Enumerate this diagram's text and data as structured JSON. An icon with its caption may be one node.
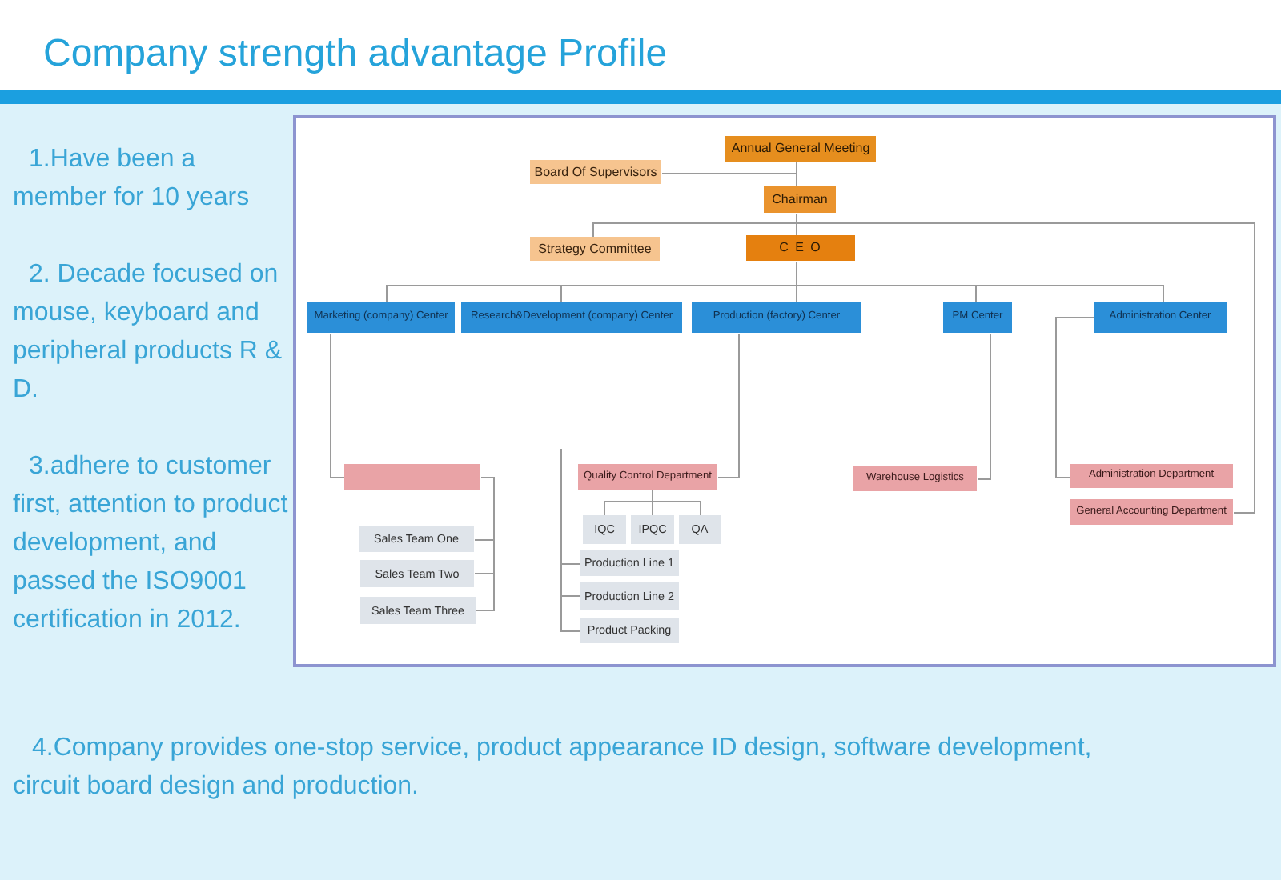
{
  "diagram": {
    "title": "Company strength advantage Profile",
    "nodes": [
      {
        "text": [
          "Annual General Meeting"
        ]
      },
      {
        "text": [
          "Board Of Supervisors"
        ]
      },
      {
        "text": [
          "Chairman"
        ]
      },
      {
        "text": [
          "Strategy Committee"
        ]
      },
      {
        "text": [
          "C E O"
        ]
      },
      {
        "text": [
          "Marketing (company) Center"
        ]
      },
      {
        "text": [
          "Research&Development (company) Center"
        ]
      },
      {
        "text": [
          "Production (factory) Center"
        ]
      },
      {
        "text": [
          "PM Center"
        ]
      },
      {
        "text": [
          "Administration Center"
        ]
      },
      {
        "text": [],
        "shape": "box"
      },
      {
        "text": [
          "Quality Control Department"
        ]
      },
      {
        "text": [
          "Warehouse Logistics"
        ]
      },
      {
        "text": [
          "Administration Department"
        ]
      },
      {
        "text": [
          "IQC"
        ]
      },
      {
        "text": [
          "IPQC"
        ]
      },
      {
        "text": [
          "QA"
        ]
      },
      {
        "text": [
          "General Accounting Department"
        ]
      },
      {
        "text": [
          "Sales Team One"
        ]
      },
      {
        "text": [
          "Production Line 1"
        ]
      },
      {
        "text": [
          "Sales Team Two"
        ]
      },
      {
        "text": [
          "Production Line 2"
        ]
      },
      {
        "text": [
          "Sales Team Three"
        ]
      },
      {
        "text": [
          "Product Packing"
        ]
      }
    ],
    "edges": [
      {
        "from": 0,
        "to": 2,
        "arrow": "none"
      },
      {
        "from": 0,
        "to": 1,
        "arrow": "none"
      },
      {
        "from": 2,
        "to": 4,
        "arrow": "none"
      },
      {
        "from": 2,
        "to": 3,
        "arrow": "none"
      },
      {
        "from": 2,
        "to": 17,
        "arrow": "none"
      },
      {
        "from": 4,
        "to": 5,
        "arrow": "none"
      },
      {
        "from": 4,
        "to": 6,
        "arrow": "none"
      },
      {
        "from": 4,
        "to": 7,
        "arrow": "none"
      },
      {
        "from": 4,
        "to": 8,
        "arrow": "none"
      },
      {
        "from": 4,
        "to": 9,
        "arrow": "none"
      },
      {
        "from": 5,
        "to": 10,
        "arrow": "none"
      },
      {
        "from": 10,
        "to": 18,
        "arrow": "none"
      },
      {
        "from": 10,
        "to": 20,
        "arrow": "none"
      },
      {
        "from": 10,
        "to": 22,
        "arrow": "none"
      },
      {
        "from": 7,
        "to": 11,
        "arrow": "none"
      },
      {
        "from": 11,
        "to": 14,
        "arrow": "none"
      },
      {
        "from": 11,
        "to": 15,
        "arrow": "none"
      },
      {
        "from": 11,
        "to": 16,
        "arrow": "none"
      },
      {
        "from": null,
        "to": 19,
        "arrow": "none"
      },
      {
        "from": null,
        "to": 21,
        "arrow": "none"
      },
      {
        "from": null,
        "to": 23,
        "arrow": "none"
      },
      {
        "from": 8,
        "to": 12,
        "arrow": "none"
      },
      {
        "from": 9,
        "to": 13,
        "arrow": "none"
      }
    ],
    "labels": [
      "1.Have been a member for 10 years",
      "2. Decade focused on mouse, keyboard and peripheral products R & D.",
      "3.adhere to customer first, attention to product development, and passed the ISO9001 certification in 2012.",
      "4.Company provides one-stop service, product appearance ID design, software development, circuit board design and production."
    ]
  }
}
